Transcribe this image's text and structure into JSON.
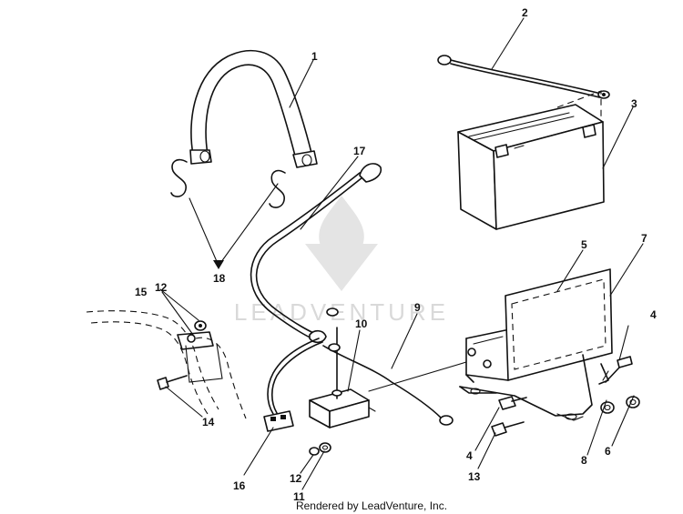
{
  "callouts": {
    "c1": "1",
    "c2": "2",
    "c3": "3",
    "c4a": "4",
    "c4b": "4",
    "c5": "5",
    "c6": "6",
    "c7": "7",
    "c8": "8",
    "c9": "9",
    "c10": "10",
    "c11": "11",
    "c12a": "12",
    "c12b": "12",
    "c13": "13",
    "c14": "14",
    "c15": "15",
    "c16": "16",
    "c17": "17",
    "c18": "18"
  },
  "watermark": "LEADVENTURE",
  "footer": "Rendered by LeadVenture, Inc."
}
